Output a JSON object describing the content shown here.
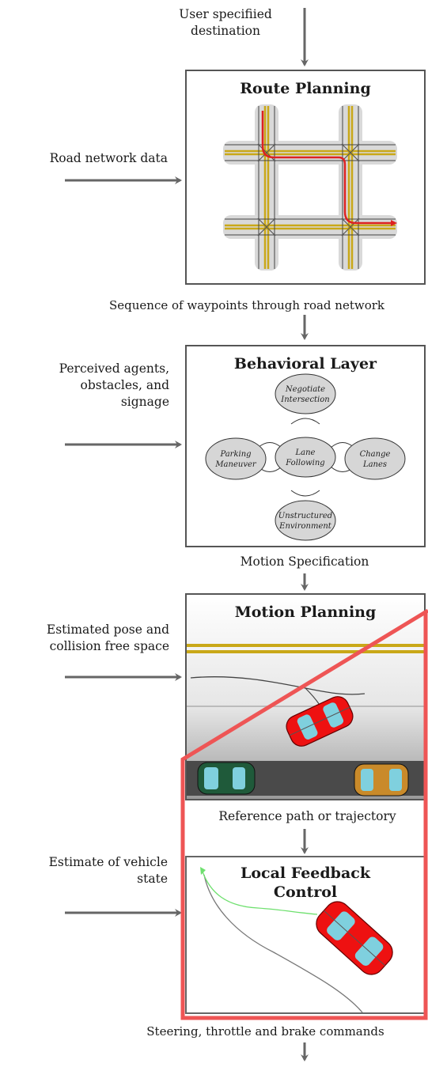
{
  "inputs": {
    "top": [
      "User specifiied",
      "destination"
    ],
    "route": "Road network data",
    "behavioral": [
      "Perceived agents,",
      "obstacles, and",
      "signage"
    ],
    "motion": [
      "Estimated pose and",
      "collision free space"
    ],
    "control": [
      "Estimate of vehicle",
      "state"
    ]
  },
  "outputs": {
    "route": "Sequence of waypoints through road network",
    "behavioral": "Motion Specification",
    "motion": "Reference path or trajectory",
    "control": "Steering, throttle and brake commands"
  },
  "blocks": {
    "route": "Route Planning",
    "behavioral": "Behavioral Layer",
    "motion": "Motion Planning",
    "control": [
      "Local Feedback",
      "Control"
    ]
  },
  "states": {
    "negotiate": [
      "Negotiate",
      "Intersection"
    ],
    "lane": [
      "Lane",
      "Following"
    ],
    "parking": [
      "Parking",
      "Maneuver"
    ],
    "change": [
      "Change",
      "Lanes"
    ],
    "unstructured": [
      "Unstructured",
      "Environment"
    ]
  },
  "colors": {
    "arrow": "#666666",
    "highlight": "#ee5555",
    "route": "#dd2222",
    "car_red": "#ee1111",
    "car_green": "#1f5a3a",
    "car_orange": "#c98a2a",
    "glass": "#7fd0de",
    "road_yellow": "#d4b21e"
  }
}
